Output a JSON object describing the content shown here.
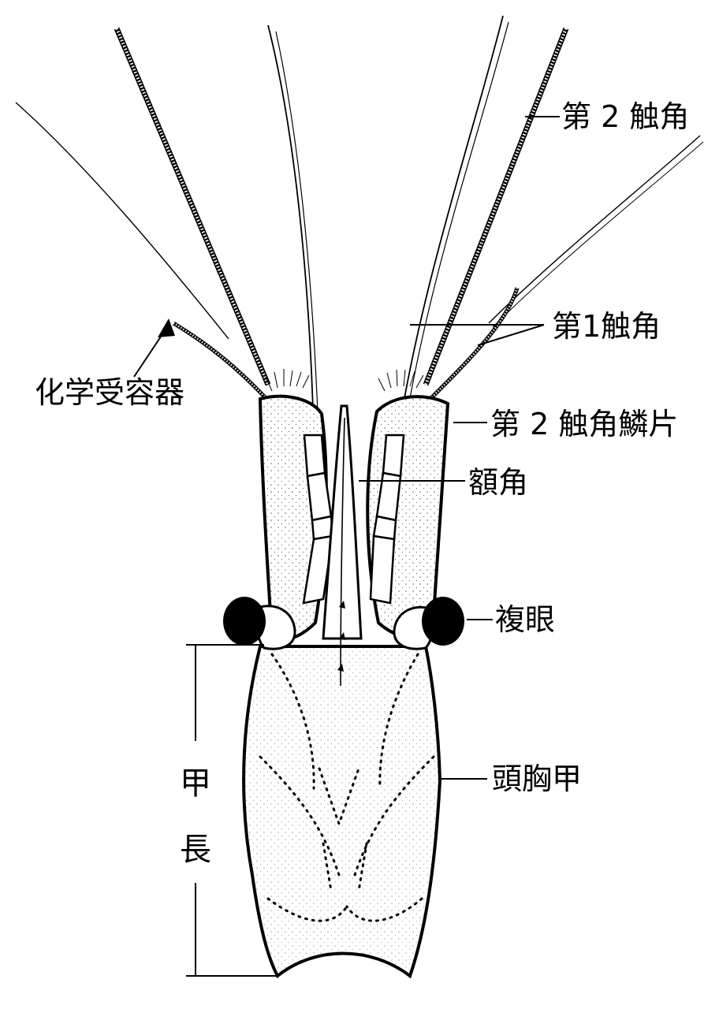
{
  "labels": {
    "antenna2": "第 2 触角",
    "antenna1": "第1触角",
    "chemoreceptor": "化学受容器",
    "scale": "第 2 触角鱗片",
    "rostrum": "額角",
    "eye": "複眼",
    "carapace": "頭胸甲",
    "length_top": "甲",
    "length_bottom": "長"
  },
  "colors": {
    "ink": "#000000",
    "paper": "#ffffff"
  }
}
